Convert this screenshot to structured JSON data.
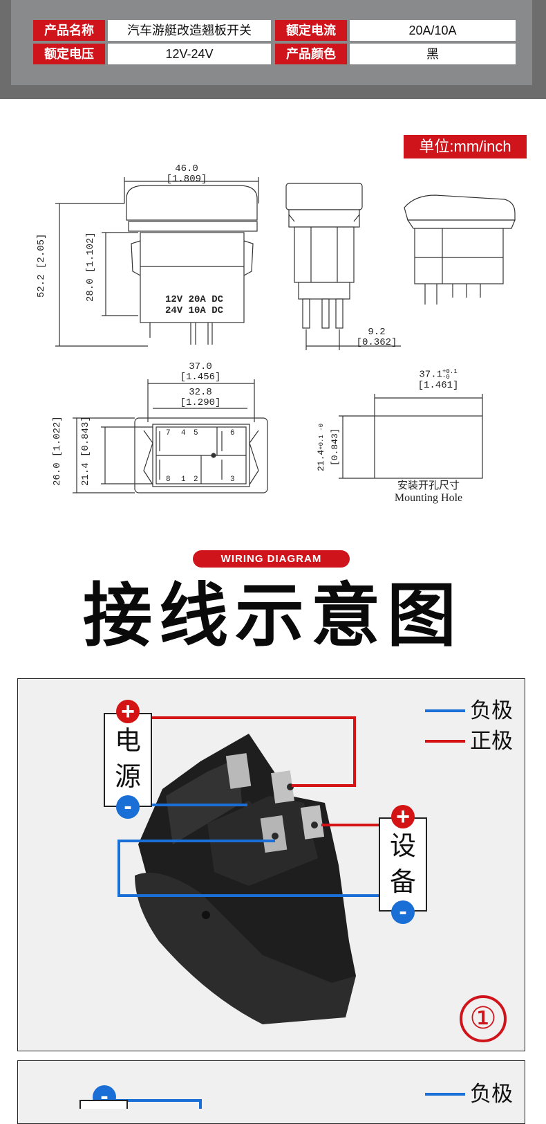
{
  "spec_table": {
    "rows": [
      {
        "k1": "产品名称",
        "v1": "汽车游艇改造翘板开关",
        "k2": "额定电流",
        "v2": "20A/10A"
      },
      {
        "k1": "额定电压",
        "v1": "12V-24V",
        "k2": "产品颜色",
        "v2": "黑"
      }
    ]
  },
  "drawing": {
    "unit_label": "单位:mm/inch",
    "dims": {
      "width_top": "46.0",
      "width_top_in": "[1.809]",
      "height_total": "52.2",
      "height_total_in": "[2.05]",
      "height_body": "28.0",
      "height_body_in": "[1.102]",
      "pin_pitch": "9.2",
      "pin_pitch_in": "[0.362]",
      "plan_w1": "37.0",
      "plan_w1_in": "[1.456]",
      "plan_w2": "32.8",
      "plan_w2_in": "[1.290]",
      "plan_h1": "26.0",
      "plan_h1_in": "[1.022]",
      "plan_h2": "21.4",
      "plan_h2_in": "[0.843]",
      "hole_w": "37.1",
      "hole_w_tol_plus": "+0.1",
      "hole_w_tol_minus": "-0",
      "hole_w_in": "[1.461]",
      "hole_h": "21.4",
      "hole_h_tol": "+0.1 -0",
      "hole_h_in": "[0.843]"
    },
    "body_text_1": "12V  20A  DC",
    "body_text_2": "24V  10A  DC",
    "pin_numbers": [
      "7",
      "4",
      "5",
      "6",
      "8",
      "1",
      "2",
      "3"
    ],
    "hole_cn": "安装开孔尺寸",
    "hole_en": "Mounting Hole"
  },
  "wiring": {
    "pill_label": "WIRING DIAGRAM",
    "title": "接线示意图",
    "legend_negative": "负极",
    "legend_positive": "正极",
    "power_char_1": "电",
    "power_char_2": "源",
    "device_char_1": "设",
    "device_char_2": "备",
    "plus_sign": "+",
    "minus_sign": "-",
    "diagram_number": "①",
    "legend_negative_2": "负极",
    "colors": {
      "positive": "#d41414",
      "negative": "#1a6fd6",
      "accent": "#d0141c"
    }
  }
}
